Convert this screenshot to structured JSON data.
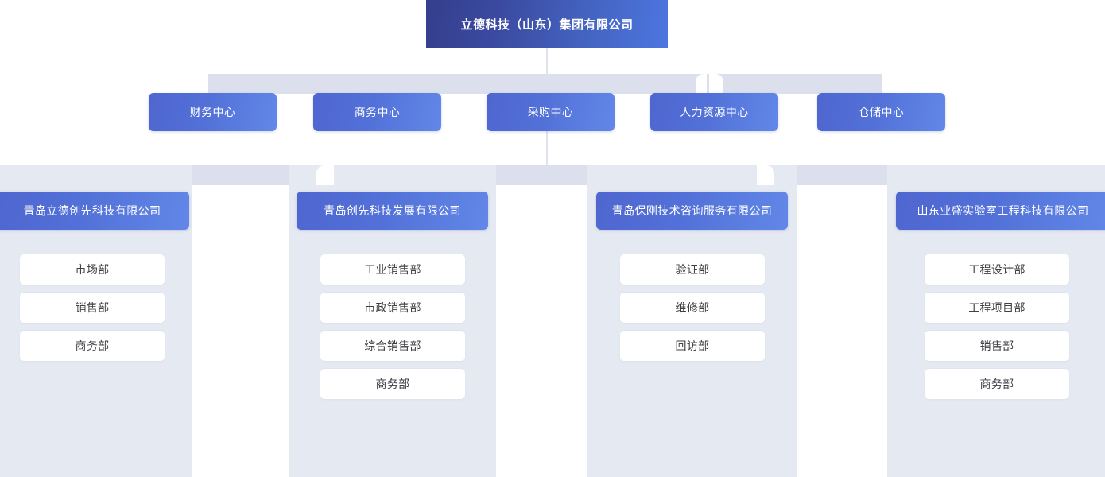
{
  "chart": {
    "type": "org-chart",
    "title": "立德科技（山东）集团有限公司",
    "root": {
      "label": "立德科技（山东）集团有限公司"
    },
    "centers": [
      {
        "label": "财务中心"
      },
      {
        "label": "商务中心"
      },
      {
        "label": "采购中心"
      },
      {
        "label": "人力资源中心"
      },
      {
        "label": "仓储中心"
      }
    ],
    "companies": [
      {
        "label": "青岛立德创先科技有限公司",
        "departments": [
          {
            "label": "市场部"
          },
          {
            "label": "销售部"
          },
          {
            "label": "商务部"
          }
        ]
      },
      {
        "label": "青岛创先科技发展有限公司",
        "departments": [
          {
            "label": "工业销售部"
          },
          {
            "label": "市政销售部"
          },
          {
            "label": "综合销售部"
          },
          {
            "label": "商务部"
          }
        ]
      },
      {
        "label": "青岛保刚技术咨询服务有限公司",
        "departments": [
          {
            "label": "验证部"
          },
          {
            "label": "维修部"
          },
          {
            "label": "回访部"
          }
        ]
      },
      {
        "label": "山东业盛实验室工程科技有限公司",
        "departments": [
          {
            "label": "工程设计部"
          },
          {
            "label": "工程项目部"
          },
          {
            "label": "销售部"
          },
          {
            "label": "商务部"
          }
        ]
      }
    ]
  },
  "colors": {
    "root_gradient_start": "#343f8c",
    "root_gradient_end": "#4d76e0",
    "node_gradient_start": "#4f66cf",
    "node_gradient_end": "#6287e8",
    "connector": "#dbe0ec",
    "column_panel": "#e5e9f2",
    "dept_card": "#ffffff",
    "dept_text": "#3f3f44",
    "node_text": "#ffffff"
  }
}
